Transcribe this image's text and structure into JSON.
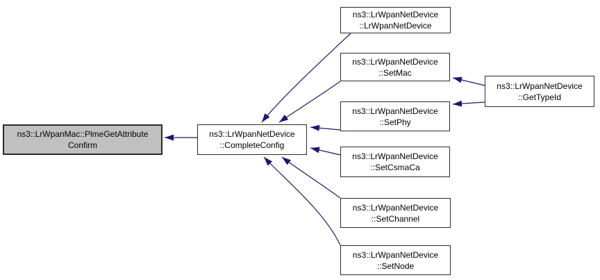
{
  "diagram": {
    "kind": "doxygen-caller-graph",
    "nodes": {
      "plme": {
        "line1": "ns3::LrWpanMac::PlmeGetAttribute",
        "line2": "Confirm",
        "role": "current"
      },
      "complete": {
        "line1": "ns3::LrWpanNetDevice",
        "line2": "::CompleteConfig"
      },
      "ctor": {
        "line1": "ns3::LrWpanNetDevice",
        "line2": "::LrWpanNetDevice"
      },
      "setmac": {
        "line1": "ns3::LrWpanNetDevice",
        "line2": "::SetMac"
      },
      "setphy": {
        "line1": "ns3::LrWpanNetDevice",
        "line2": "::SetPhy"
      },
      "setcsma": {
        "line1": "ns3::LrWpanNetDevice",
        "line2": "::SetCsmaCa"
      },
      "setchannel": {
        "line1": "ns3::LrWpanNetDevice",
        "line2": "::SetChannel"
      },
      "setnode": {
        "line1": "ns3::LrWpanNetDevice",
        "line2": "::SetNode"
      },
      "gettypeid": {
        "line1": "ns3::LrWpanNetDevice",
        "line2": "::GetTypeId"
      }
    },
    "edges": [
      {
        "from": "complete",
        "to": "plme"
      },
      {
        "from": "ctor",
        "to": "complete"
      },
      {
        "from": "setmac",
        "to": "complete"
      },
      {
        "from": "setphy",
        "to": "complete"
      },
      {
        "from": "setcsma",
        "to": "complete"
      },
      {
        "from": "setchannel",
        "to": "complete"
      },
      {
        "from": "setnode",
        "to": "complete"
      },
      {
        "from": "gettypeid",
        "to": "setmac"
      },
      {
        "from": "gettypeid",
        "to": "setphy"
      }
    ],
    "colors": {
      "edge": "#191970",
      "current_fill": "#c0c0c0",
      "node_fill": "#ffffff",
      "node_border": "#2a2a2a"
    }
  }
}
